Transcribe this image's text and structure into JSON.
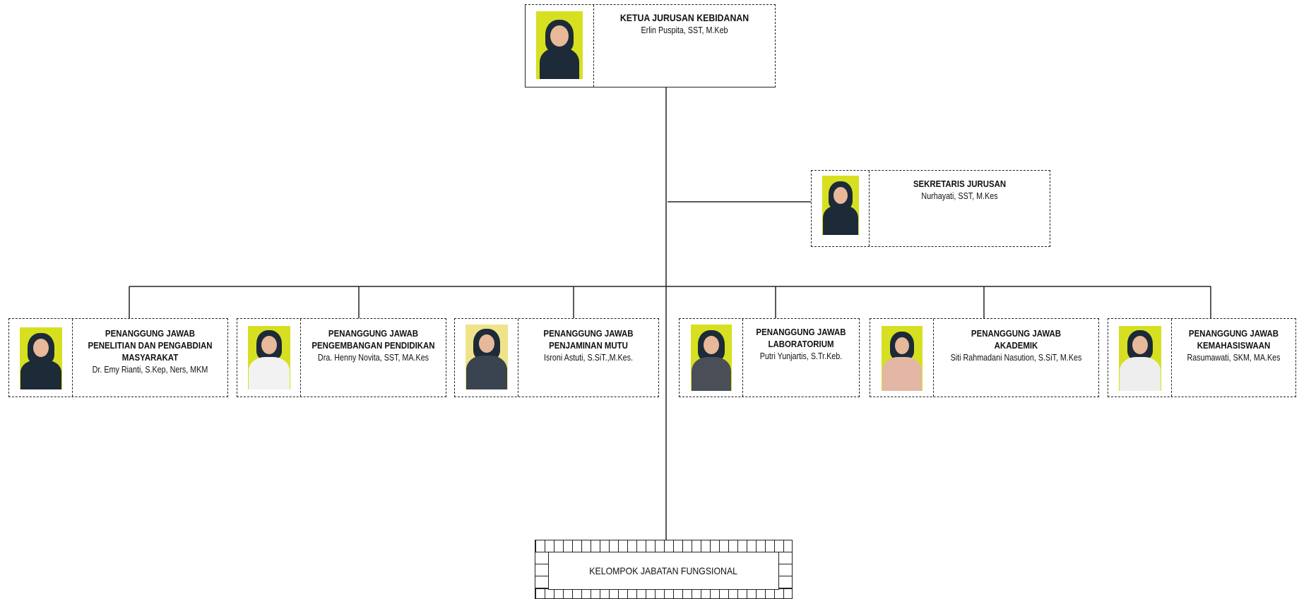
{
  "head": {
    "role": "KETUA JURUSAN KEBIDANAN",
    "name": "Erlin Puspita, SST, M.Keb"
  },
  "secretary": {
    "role": "SEKRETARIS JURUSAN",
    "name": "Nurhayati, SST, M.Kes"
  },
  "units": [
    {
      "role_lines": [
        "PENANGGUNG JAWAB",
        "PENELITIAN DAN PENGABDIAN",
        "MASYARAKAT"
      ],
      "name": "Dr. Emy Rianti, S.Kep, Ners, MKM"
    },
    {
      "role_lines": [
        "PENANGGUNG JAWAB",
        "PENGEMBANGAN PENDIDIKAN"
      ],
      "name": "Dra. Henny Novita, SST, MA.Kes"
    },
    {
      "role_lines": [
        "PENANGGUNG JAWAB",
        "PENJAMINAN MUTU"
      ],
      "name": "Isroni Astuti, S.SiT.,M.Kes."
    },
    {
      "role_lines": [
        "PENANGGUNG JAWAB",
        "LABORATORIUM"
      ],
      "name": "Putri Yunjartis, S.Tr.Keb."
    },
    {
      "role_lines": [
        "PENANGGUNG JAWAB",
        "AKADEMIK"
      ],
      "name": "Siti Rahmadani Nasution, S.SiT, M.Kes"
    },
    {
      "role_lines": [
        "PENANGGUNG JAWAB",
        "KEMAHASISWAAN"
      ],
      "name": "Rasumawati, SKM, MA.Kes"
    }
  ],
  "functional_group": {
    "label": "KELOMPOK JABATAN FUNGSIONAL"
  },
  "colors": {
    "photo_background": "#d6e020",
    "hijab_dark": "#1d2a38",
    "line": "#222222"
  }
}
